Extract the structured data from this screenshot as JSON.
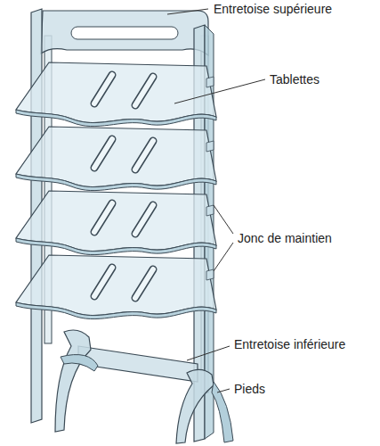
{
  "diagram": {
    "labels": [
      "Entretoise supérieure",
      "Tablettes",
      "Jonc de maintien",
      "Entretoise inférieure",
      "Pieds"
    ]
  }
}
